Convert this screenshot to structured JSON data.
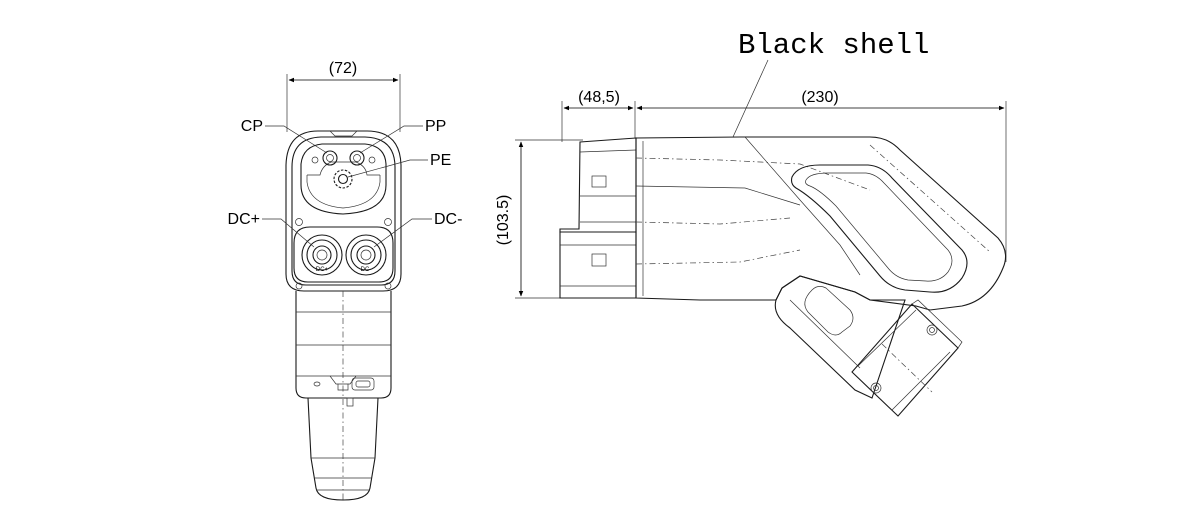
{
  "front_view": {
    "width_dim": "(72)",
    "pins": {
      "cp": "CP",
      "pp": "PP",
      "pe": "PE",
      "dc_plus": "DC+",
      "dc_minus": "DC-"
    },
    "pin_marks": {
      "dc_plus": "DC+",
      "dc_minus": "DC-"
    }
  },
  "side_view": {
    "material_note": "Black shell",
    "nose_length_dim": "(48,5)",
    "body_length_dim": "(230)",
    "height_dim": "(103.5)"
  }
}
